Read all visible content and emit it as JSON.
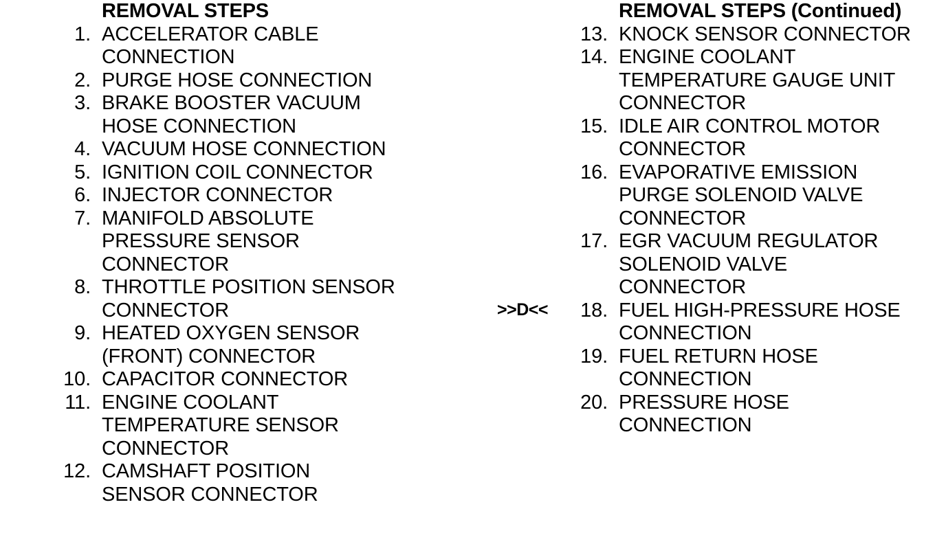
{
  "document": {
    "background_color": "#ffffff",
    "text_color": "#000000"
  },
  "left_column": {
    "heading": "REMOVAL STEPS",
    "steps": [
      {
        "number": "1.",
        "text": "ACCELERATOR CABLE\nCONNECTION"
      },
      {
        "number": "2.",
        "text": "PURGE HOSE CONNECTION"
      },
      {
        "number": "3.",
        "text": "BRAKE BOOSTER VACUUM\nHOSE CONNECTION"
      },
      {
        "number": "4.",
        "text": "VACUUM HOSE CONNECTION"
      },
      {
        "number": "5.",
        "text": "IGNITION COIL CONNECTOR"
      },
      {
        "number": "6.",
        "text": "INJECTOR CONNECTOR"
      },
      {
        "number": "7.",
        "text": "MANIFOLD ABSOLUTE\nPRESSURE SENSOR\nCONNECTOR"
      },
      {
        "number": "8.",
        "text": "THROTTLE POSITION SENSOR\nCONNECTOR"
      },
      {
        "number": "9.",
        "text": "HEATED OXYGEN SENSOR\n(FRONT) CONNECTOR"
      },
      {
        "number": "10.",
        "text": "CAPACITOR CONNECTOR"
      },
      {
        "number": "11.",
        "text": "ENGINE COOLANT\nTEMPERATURE SENSOR\nCONNECTOR"
      },
      {
        "number": "12.",
        "text": "CAMSHAFT POSITION\nSENSOR CONNECTOR"
      }
    ]
  },
  "right_column": {
    "heading": "REMOVAL STEPS (Continued)",
    "steps": [
      {
        "number": "13.",
        "text": "KNOCK SENSOR CONNECTOR"
      },
      {
        "number": "14.",
        "text": "ENGINE COOLANT\nTEMPERATURE GAUGE UNIT\nCONNECTOR"
      },
      {
        "number": "15.",
        "text": "IDLE AIR CONTROL MOTOR\nCONNECTOR"
      },
      {
        "number": "16.",
        "text": "EVAPORATIVE EMISSION\nPURGE SOLENOID VALVE\nCONNECTOR"
      },
      {
        "number": "17.",
        "text": "EGR VACUUM REGULATOR\nSOLENOID VALVE\nCONNECTOR"
      },
      {
        "number": "18.",
        "text": "FUEL HIGH-PRESSURE HOSE\nCONNECTION"
      },
      {
        "number": "19.",
        "text": "FUEL RETURN HOSE\nCONNECTION"
      },
      {
        "number": "20.",
        "text": "PRESSURE HOSE\nCONNECTION"
      }
    ]
  },
  "center_marker": {
    "label": ">>D<<"
  }
}
